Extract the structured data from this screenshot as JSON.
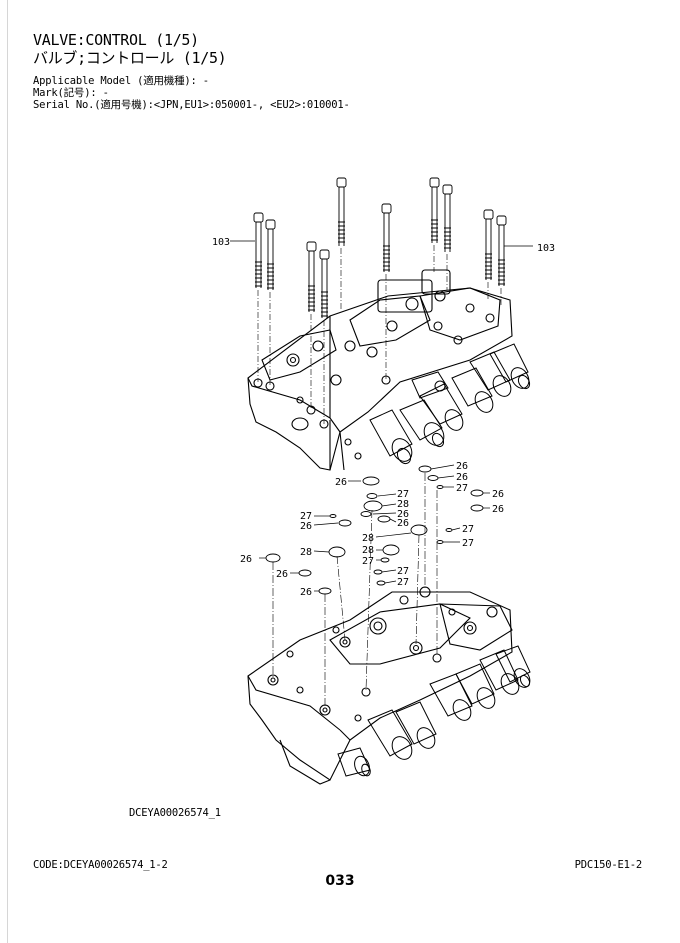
{
  "header": {
    "title_en": "VALVE:CONTROL (1/5)",
    "title_jp": "バルブ;コントロール (1/5)",
    "applicable_model": "Applicable Model (適用機種): -",
    "mark": "Mark(記号): -",
    "serial_no": "Serial No.(適用号機):<JPN,EU1>:050001-, <EU2>:010001-"
  },
  "callouts": {
    "c103": "103",
    "c26": "26",
    "c27": "27",
    "c28": "28"
  },
  "illustration_id": "DCEYA00026574_1",
  "footer": {
    "code": "CODE:DCEYA00026574_1-2",
    "model": "PDC150-E1-2",
    "page": "033"
  }
}
